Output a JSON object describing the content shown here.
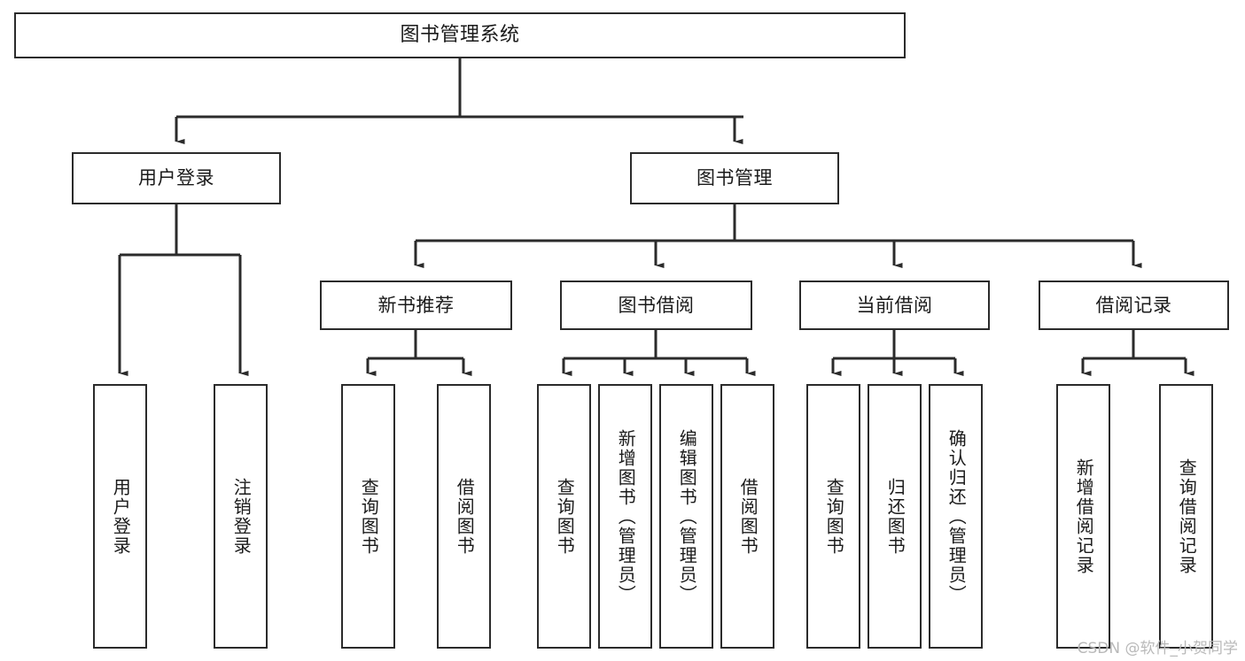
{
  "diagram": {
    "type": "tree-hierarchy",
    "root": {
      "id": "root",
      "label": "图书管理系统",
      "level": 1
    },
    "level2": [
      {
        "id": "user-login",
        "label": "用户登录",
        "level": 2
      },
      {
        "id": "book-management",
        "label": "图书管理",
        "level": 2
      }
    ],
    "level3": [
      {
        "id": "new-book-recommend",
        "label": "新书推荐",
        "level": 3,
        "parent": "book-management"
      },
      {
        "id": "book-borrow",
        "label": "图书借阅",
        "level": 3,
        "parent": "book-management"
      },
      {
        "id": "current-borrow",
        "label": "当前借阅",
        "level": 3,
        "parent": "book-management"
      },
      {
        "id": "borrow-record",
        "label": "借阅记录",
        "level": 3,
        "parent": "book-management"
      }
    ],
    "leaves": [
      {
        "id": "leaf-user-login",
        "label": "用户登录",
        "parent": "user-login"
      },
      {
        "id": "leaf-logout-login",
        "label": "注销登录",
        "parent": "user-login"
      },
      {
        "id": "leaf-query-book-1",
        "label": "查询图书",
        "parent": "new-book-recommend"
      },
      {
        "id": "leaf-borrow-book-1",
        "label": "借阅图书",
        "parent": "new-book-recommend"
      },
      {
        "id": "leaf-query-book-2",
        "label": "查询图书",
        "parent": "book-borrow"
      },
      {
        "id": "leaf-add-book",
        "label": "新增图书（管理员）",
        "parent": "book-borrow"
      },
      {
        "id": "leaf-edit-book",
        "label": "编辑图书（管理员）",
        "parent": "book-borrow"
      },
      {
        "id": "leaf-borrow-book-2",
        "label": "借阅图书",
        "parent": "book-borrow"
      },
      {
        "id": "leaf-query-book-3",
        "label": "查询图书",
        "parent": "current-borrow"
      },
      {
        "id": "leaf-return-book",
        "label": "归还图书",
        "parent": "current-borrow"
      },
      {
        "id": "leaf-confirm-return",
        "label": "确认归还（管理员）",
        "parent": "current-borrow"
      },
      {
        "id": "leaf-add-record",
        "label": "新增借阅记录",
        "parent": "borrow-record"
      },
      {
        "id": "leaf-query-record",
        "label": "查询借阅记录",
        "parent": "borrow-record"
      }
    ],
    "colors": {
      "stroke": "#2b2b2b",
      "fill": "#ffffff",
      "text": "#1a1a1a",
      "watermark": "#b9b9b9"
    }
  },
  "watermark": {
    "text": "CSDN @软件_小贺同学"
  }
}
